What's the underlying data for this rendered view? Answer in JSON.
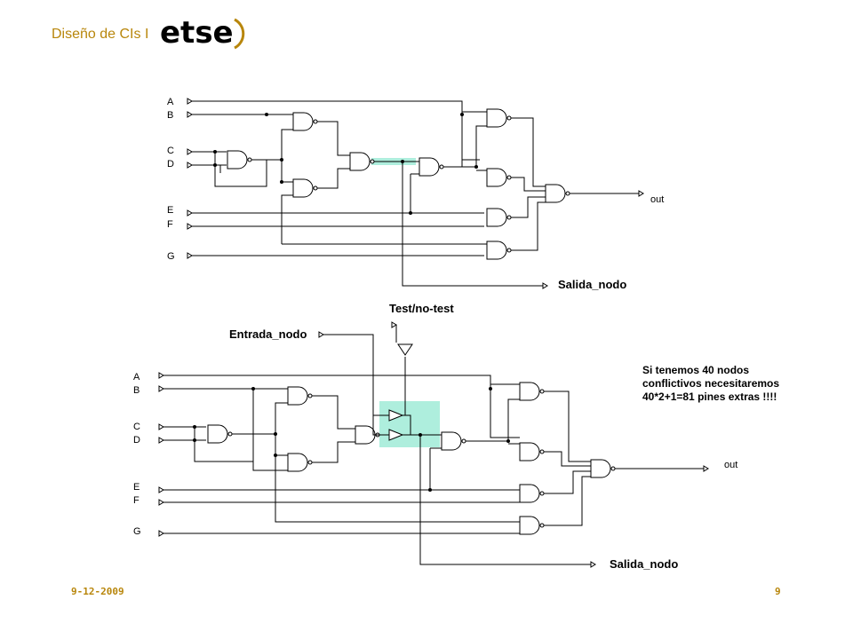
{
  "header": {
    "title": "Diseño de CIs I",
    "logo_text": "etse"
  },
  "top_diagram": {
    "inputs": [
      "A",
      "B",
      "C",
      "D",
      "E",
      "F",
      "G"
    ],
    "output_label": "out",
    "node_label": "Salida_nodo"
  },
  "bottom_diagram": {
    "inputs": [
      "A",
      "B",
      "C",
      "D",
      "E",
      "F",
      "G"
    ],
    "output_label": "out",
    "test_label": "Test/no-test",
    "entrada_label": "Entrada_nodo",
    "salida_label": "Salida_nodo"
  },
  "note": {
    "line1": "Si tenemos 40 nodos",
    "line2": "conflictivos necesitaremos",
    "line3": "40*2+1=81 pines extras !!!!"
  },
  "footer": {
    "date": "9-12-2009",
    "page": "9"
  },
  "colors": {
    "accent": "#b8860b",
    "highlight": "#aeeedd"
  }
}
